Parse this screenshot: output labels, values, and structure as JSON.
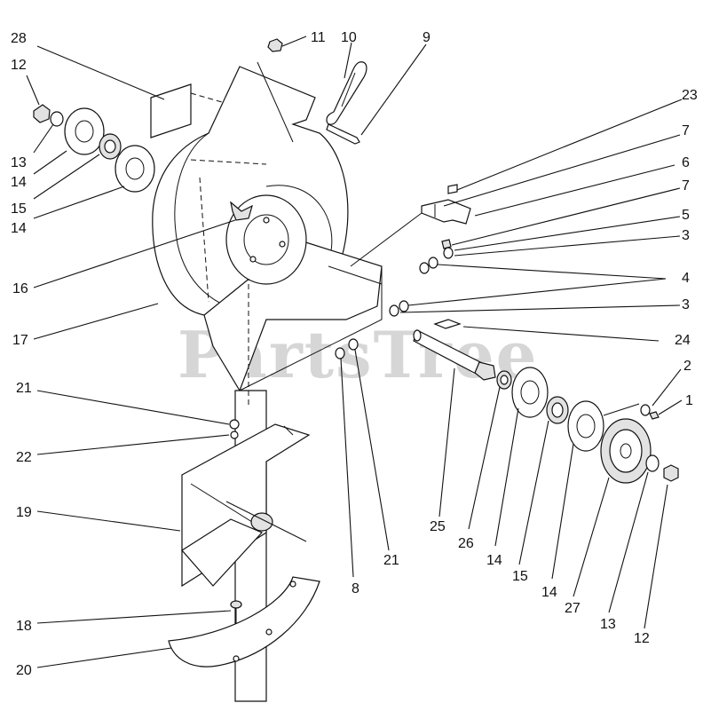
{
  "watermark": "PartsTree",
  "callouts": [
    {
      "id": "c28",
      "text": "28"
    },
    {
      "id": "c12a",
      "text": "12"
    },
    {
      "id": "c13a",
      "text": "13"
    },
    {
      "id": "c14a",
      "text": "14"
    },
    {
      "id": "c15a",
      "text": "15"
    },
    {
      "id": "c14b",
      "text": "14"
    },
    {
      "id": "c16",
      "text": "16"
    },
    {
      "id": "c17",
      "text": "17"
    },
    {
      "id": "c21a",
      "text": "21"
    },
    {
      "id": "c22",
      "text": "22"
    },
    {
      "id": "c19",
      "text": "19"
    },
    {
      "id": "c18",
      "text": "18"
    },
    {
      "id": "c20",
      "text": "20"
    },
    {
      "id": "c11",
      "text": "11"
    },
    {
      "id": "c10",
      "text": "10"
    },
    {
      "id": "c9",
      "text": "9"
    },
    {
      "id": "c23",
      "text": "23"
    },
    {
      "id": "c7a",
      "text": "7"
    },
    {
      "id": "c6",
      "text": "6"
    },
    {
      "id": "c7b",
      "text": "7"
    },
    {
      "id": "c5",
      "text": "5"
    },
    {
      "id": "c3a",
      "text": "3"
    },
    {
      "id": "c4",
      "text": "4"
    },
    {
      "id": "c3b",
      "text": "3"
    },
    {
      "id": "c24",
      "text": "24"
    },
    {
      "id": "c2",
      "text": "2"
    },
    {
      "id": "c1",
      "text": "1"
    },
    {
      "id": "c8",
      "text": "8"
    },
    {
      "id": "c21b",
      "text": "21"
    },
    {
      "id": "c25",
      "text": "25"
    },
    {
      "id": "c26",
      "text": "26"
    },
    {
      "id": "c14c",
      "text": "14"
    },
    {
      "id": "c15b",
      "text": "15"
    },
    {
      "id": "c14d",
      "text": "14"
    },
    {
      "id": "c27",
      "text": "27"
    },
    {
      "id": "c13b",
      "text": "13"
    },
    {
      "id": "c12b",
      "text": "12"
    }
  ]
}
